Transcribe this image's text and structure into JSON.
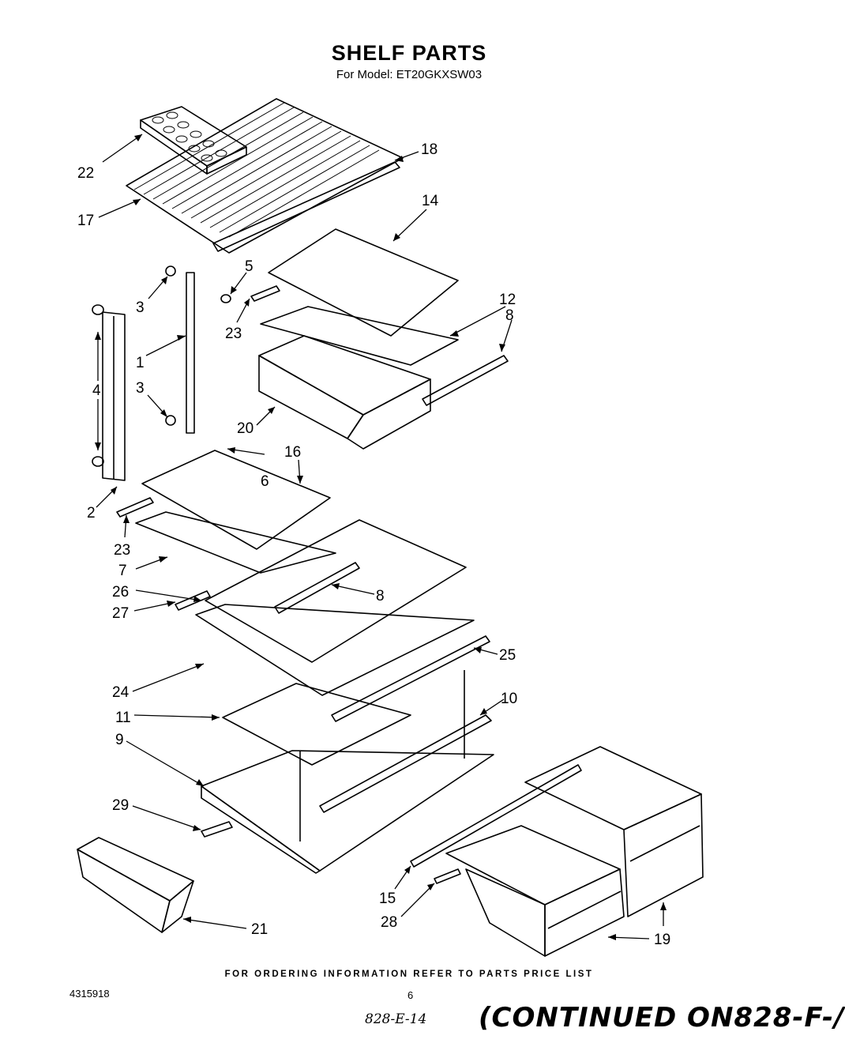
{
  "header": {
    "title": "SHELF PARTS",
    "model_line": "For Model: ET20GKXSW03"
  },
  "callouts": [
    {
      "id": "22",
      "label": "22"
    },
    {
      "id": "18",
      "label": "18"
    },
    {
      "id": "17",
      "label": "17"
    },
    {
      "id": "14",
      "label": "14"
    },
    {
      "id": "5",
      "label": "5"
    },
    {
      "id": "3a",
      "label": "3"
    },
    {
      "id": "23a",
      "label": "23"
    },
    {
      "id": "12",
      "label": "12"
    },
    {
      "id": "8a",
      "label": "8"
    },
    {
      "id": "1",
      "label": "1"
    },
    {
      "id": "4",
      "label": "4"
    },
    {
      "id": "3b",
      "label": "3"
    },
    {
      "id": "20",
      "label": "20"
    },
    {
      "id": "16",
      "label": "16"
    },
    {
      "id": "6",
      "label": "6"
    },
    {
      "id": "2",
      "label": "2"
    },
    {
      "id": "23b",
      "label": "23"
    },
    {
      "id": "7",
      "label": "7"
    },
    {
      "id": "26",
      "label": "26"
    },
    {
      "id": "8b",
      "label": "8"
    },
    {
      "id": "27",
      "label": "27"
    },
    {
      "id": "25",
      "label": "25"
    },
    {
      "id": "24",
      "label": "24"
    },
    {
      "id": "10",
      "label": "10"
    },
    {
      "id": "11",
      "label": "11"
    },
    {
      "id": "9",
      "label": "9"
    },
    {
      "id": "29",
      "label": "29"
    },
    {
      "id": "21",
      "label": "21"
    },
    {
      "id": "15",
      "label": "15"
    },
    {
      "id": "28",
      "label": "28"
    },
    {
      "id": "19",
      "label": "19"
    }
  ],
  "footer": {
    "ordering_note": "FOR ORDERING INFORMATION REFER TO PARTS PRICE LIST",
    "doc_number": "4315918",
    "page_number": "6",
    "handwritten_ref": "828-E-14",
    "continued_note": "(CONTINUED ON828-F-/"
  }
}
